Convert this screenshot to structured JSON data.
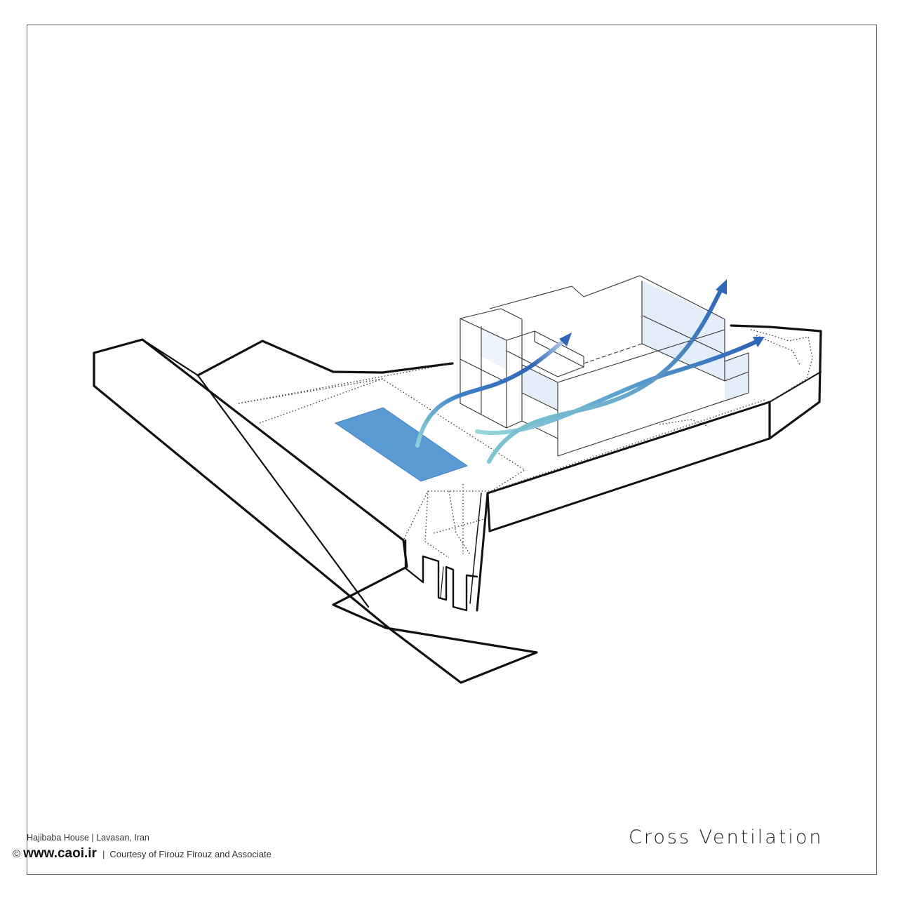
{
  "title": "Cross Ventilation",
  "caption": {
    "project": "Hajibaba House | Lavasan, Iran",
    "copyright_symbol": "©",
    "website": "www.caoi.ir",
    "separator": "|",
    "credit": "Courtesy of Firouz Firouz and Associate"
  },
  "colors": {
    "outline": "#111111",
    "pool": "#5b9bd5",
    "warm_airflow": "#2f66b8",
    "cool_airflow": "#7cc7d1",
    "glazing": "#dbe9f8"
  }
}
